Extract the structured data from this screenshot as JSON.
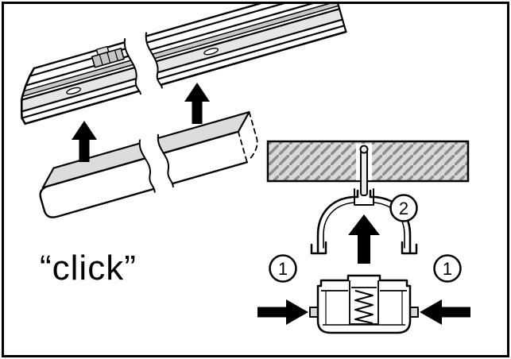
{
  "diagram": {
    "caption": "“click”",
    "badges": {
      "step1": "1",
      "step2": "2"
    },
    "colors": {
      "background": "#ffffff",
      "line": "#000000",
      "ceiling_fill": "#d9d9d9",
      "hatch_line": "#8c8c8c",
      "diffuser_top_fill": "#dcdcdc",
      "rail_channel_fill": "#e6e6e6",
      "rail_slot_fill": "#c9c9c9",
      "tab_fill": "#d8d8d8",
      "pin_fill": "#ececec"
    }
  }
}
